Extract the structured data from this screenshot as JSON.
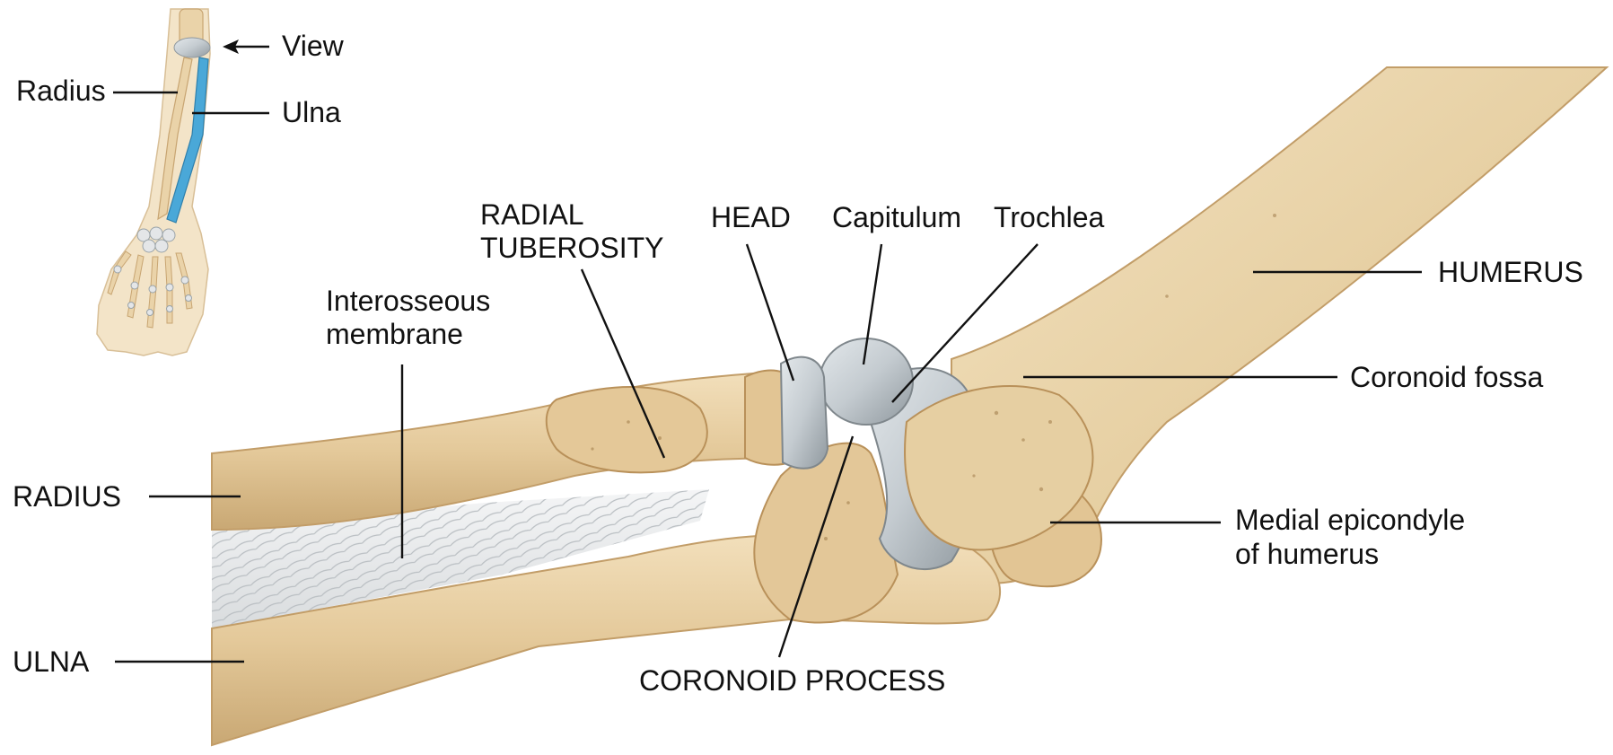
{
  "inset": {
    "view_label": "View",
    "radius_label": "Radius",
    "ulna_label": "Ulna"
  },
  "labels": {
    "radial_tuberosity_line1": "RADIAL",
    "radial_tuberosity_line2": "TUBEROSITY",
    "head": "HEAD",
    "capitulum": "Capitulum",
    "trochlea": "Trochlea",
    "humerus": "HUMERUS",
    "interosseous_line1": "Interosseous",
    "interosseous_line2": "membrane",
    "coronoid_fossa": "Coronoid fossa",
    "radius": "RADIUS",
    "medial_epicondyle_line1": "Medial epicondyle",
    "medial_epicondyle_line2": "of humerus",
    "ulna": "ULNA",
    "coronoid_process": "CORONOID PROCESS"
  },
  "colors": {
    "bone": "#e6cfa2",
    "bone_shadow": "#c9a874",
    "bone_highlight": "#f4e4c4",
    "cartilage": "#c9d0d4",
    "cartilage_shadow": "#9aa3a8",
    "membrane": "#eceeef",
    "ulna_highlight": "#4aa8d8",
    "line": "#111111"
  }
}
